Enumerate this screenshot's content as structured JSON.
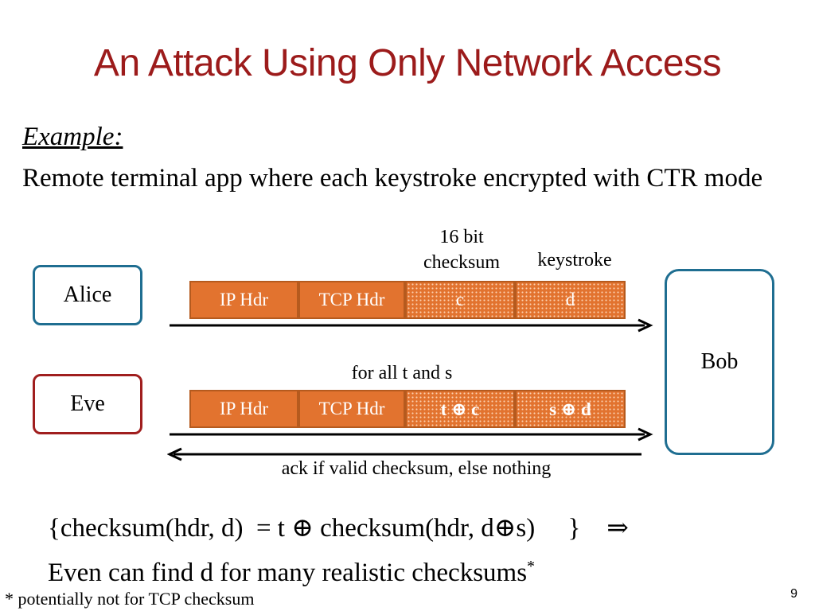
{
  "title": "An Attack Using Only Network Access",
  "example": {
    "label": "Example:",
    "text": "Remote terminal app where each keystroke encrypted with CTR mode"
  },
  "diagram": {
    "header_labels": {
      "checksum_line1": "16 bit",
      "checksum_line2": "checksum",
      "keystroke": "keystroke"
    },
    "alice": "Alice",
    "eve": "Eve",
    "bob": "Bob",
    "packet1": {
      "ip": "IP Hdr",
      "tcp": "TCP Hdr",
      "c": "c",
      "d": "d"
    },
    "forall": "for all t and s",
    "packet2": {
      "ip": "IP Hdr",
      "tcp": "TCP Hdr",
      "c": "t ⊕ c",
      "d": "s ⊕ d"
    },
    "ack": "ack if valid checksum, else nothing"
  },
  "formula": {
    "line1": "{checksum(hdr, d)  = t ⊕ checksum(hdr, d⊕s)     }    ⇒",
    "line2": "Even can find d for many realistic checksums",
    "superscript": "*"
  },
  "footnote": "* potentially not for TCP checksum",
  "page_number": "9",
  "colors": {
    "title": "#9c1b1b",
    "packet": "#e2732f",
    "alice_border": "#1f6e91",
    "eve_border": "#a01e1e"
  }
}
